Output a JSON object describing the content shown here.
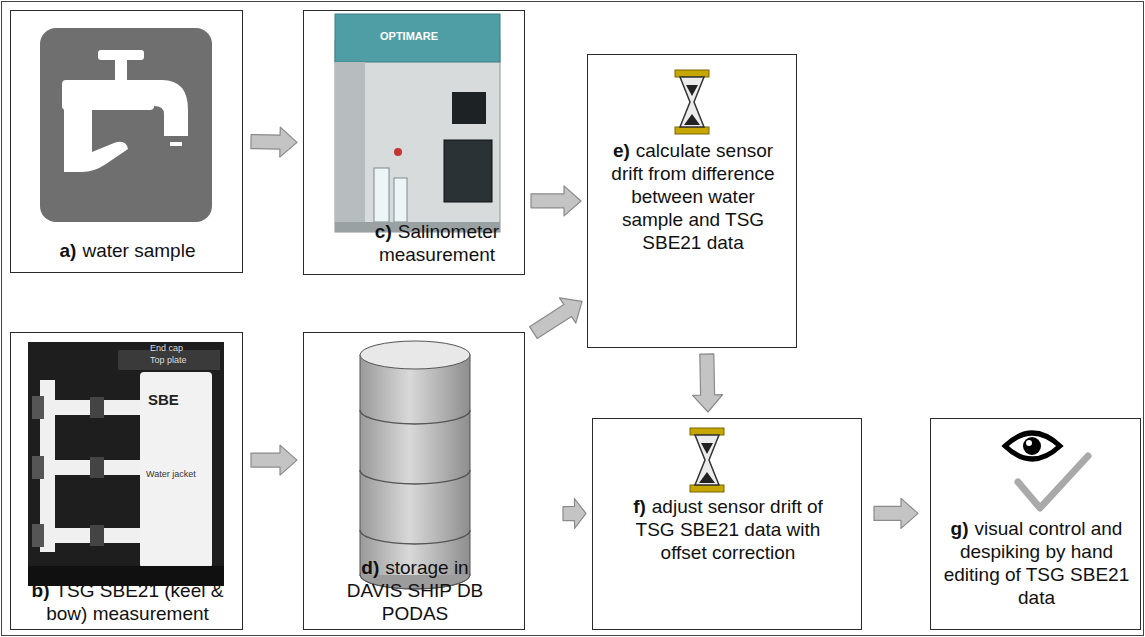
{
  "diagram": {
    "nodes": [
      {
        "text": [
          "a)",
          "water sample"
        ]
      },
      {
        "text": [
          "c)",
          "Salinometer measurement"
        ]
      },
      {
        "text": [
          "e)",
          "calculate sensor drift from difference between water sample and TSG SBE21 data"
        ]
      },
      {
        "text": [
          "b)",
          "TSG SBE21 (keel & bow) measurement"
        ]
      },
      {
        "text": [
          "d)",
          "storage in DAVIS SHIP DB PODAS"
        ]
      },
      {
        "text": [
          "f)",
          "adjust sensor drift of TSG SBE21 data with offset correction"
        ]
      },
      {
        "text": [
          "g)",
          "visual control and despiking by hand editing of TSG SBE21 data"
        ]
      }
    ],
    "edges": [
      {
        "from": 0,
        "to": 1,
        "arrow": "to"
      },
      {
        "from": 1,
        "to": 2,
        "arrow": "to"
      },
      {
        "from": 4,
        "to": 2,
        "arrow": "to"
      },
      {
        "from": 3,
        "to": 4,
        "arrow": "to"
      },
      {
        "from": 4,
        "to": 5,
        "arrow": "to"
      },
      {
        "from": 2,
        "to": 5,
        "arrow": "to"
      },
      {
        "from": 5,
        "to": 6,
        "arrow": "to"
      }
    ],
    "labels": [
      "OPTIMARE",
      "End cap",
      "Top plate",
      "SBE",
      "Water jacket"
    ]
  }
}
